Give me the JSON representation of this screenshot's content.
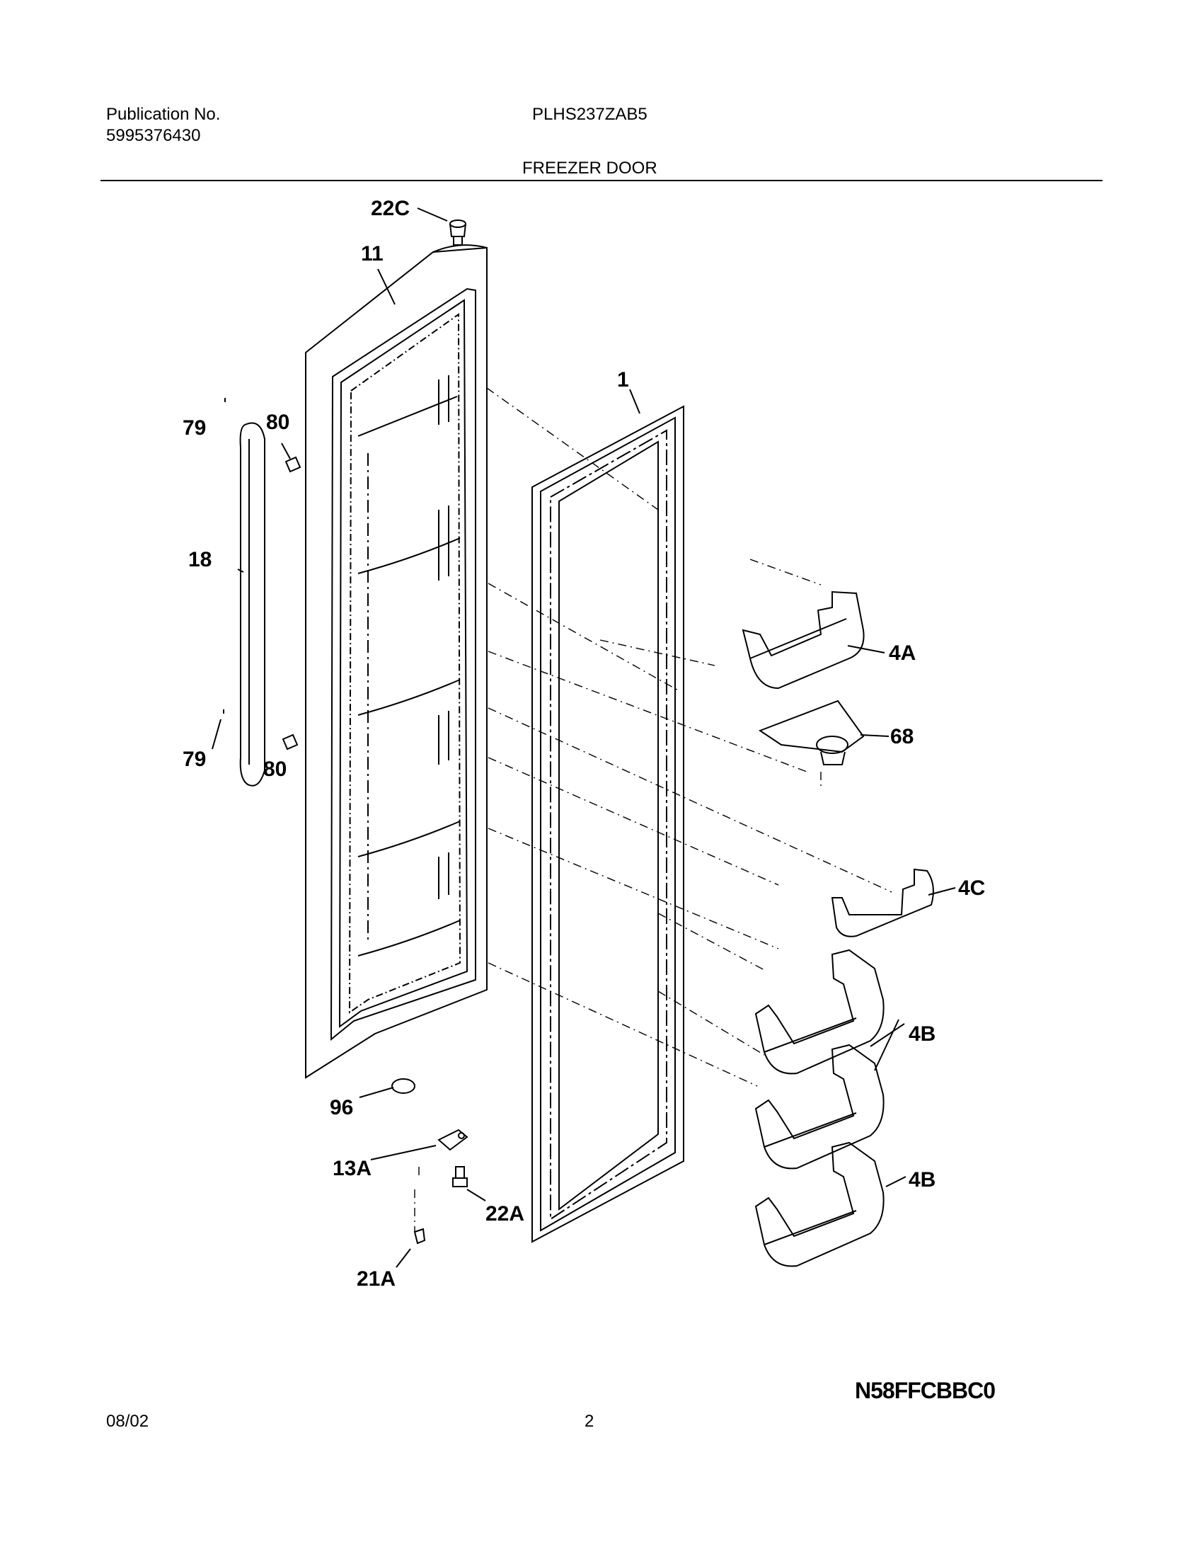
{
  "header": {
    "publication_label": "Publication No.",
    "publication_number": "5995376430",
    "model": "PLHS237ZAB5",
    "section_title": "FREEZER DOOR"
  },
  "callouts": {
    "c22C": "22C",
    "c11": "11",
    "c1": "1",
    "c79_top": "79",
    "c80_top": "80",
    "c18": "18",
    "c4A": "4A",
    "c68": "68",
    "c79_bottom": "79",
    "c80_bottom": "80",
    "c4C": "4C",
    "c4B_mid": "4B",
    "c96": "96",
    "c13A": "13A",
    "c4B_low": "4B",
    "c22A": "22A",
    "c21A": "21A"
  },
  "footer": {
    "diagram_code": "N58FFCBBC0",
    "date": "08/02",
    "page": "2"
  }
}
